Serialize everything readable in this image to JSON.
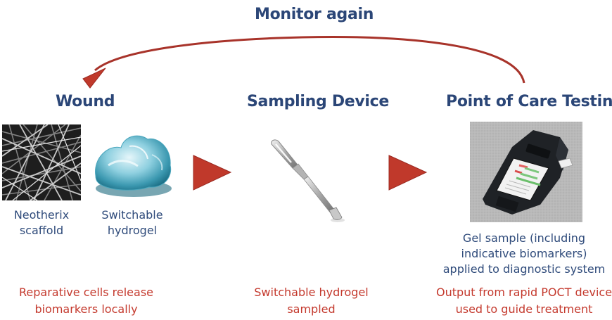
{
  "loop": {
    "label": "Monitor again",
    "arrow_color": "#a8332a"
  },
  "colors": {
    "heading": "#2b4677",
    "caption": "#2e4a7a",
    "note": "#c4392d",
    "flow_arrow": "#c0392b"
  },
  "stages": [
    {
      "id": "wound",
      "title": "Wound",
      "images": [
        {
          "name": "neotherix-scaffold",
          "caption_lines": [
            "Neotherix",
            "scaffold"
          ]
        },
        {
          "name": "switchable-hydrogel",
          "caption_lines": [
            "Switchable",
            "hydrogel"
          ]
        }
      ],
      "note_lines": [
        "Reparative cells release",
        "biomarkers locally"
      ]
    },
    {
      "id": "sampling-device",
      "title": "Sampling Device",
      "images": [
        {
          "name": "sampling-spatula",
          "caption_lines": []
        }
      ],
      "note_lines": [
        "Switchable hydrogel",
        "sampled"
      ]
    },
    {
      "id": "point-of-care-testing",
      "title": "Point of Care Testing",
      "images": [
        {
          "name": "poct-device",
          "caption_lines": [
            "Gel sample (including",
            "indicative biomarkers)",
            "applied to diagnostic system"
          ]
        }
      ],
      "note_lines": [
        "Output from rapid POCT device",
        "used to guide treatment"
      ]
    }
  ]
}
